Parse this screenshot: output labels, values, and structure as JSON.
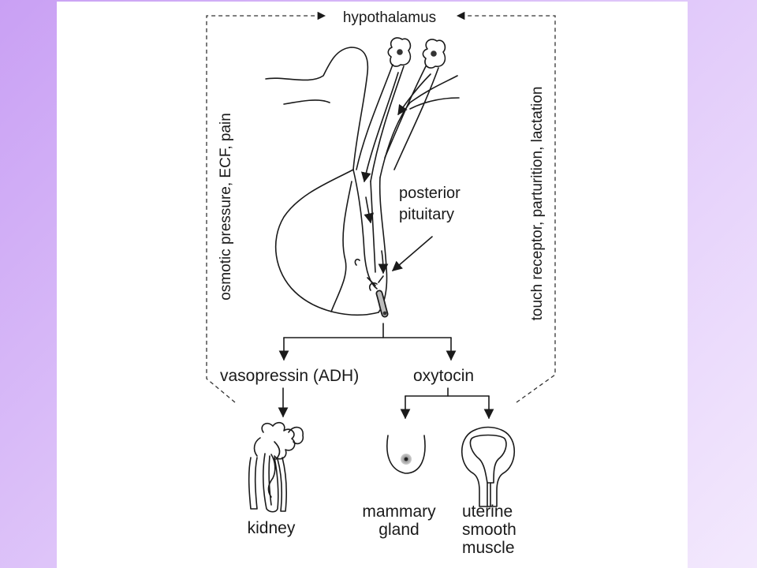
{
  "labels": {
    "hypothalamus": "hypothalamus",
    "posterior": "posterior",
    "pituitary": "pituitary",
    "left_inputs": "osmotic pressure, ECF, pain",
    "right_inputs": "touch receptor, parturition, lactation",
    "vasopressin": "vasopressin (ADH)",
    "oxytocin": "oxytocin",
    "kidney": "kidney",
    "mammary_1": "mammary",
    "mammary_2": "gland",
    "uterine_1": "uterine",
    "uterine_2": "smooth",
    "uterine_3": "muscle"
  },
  "colors": {
    "background_start": "#c9a0f4",
    "background_end": "#f3e9fd",
    "panel": "#ffffff",
    "ink": "#1a1a1a"
  }
}
